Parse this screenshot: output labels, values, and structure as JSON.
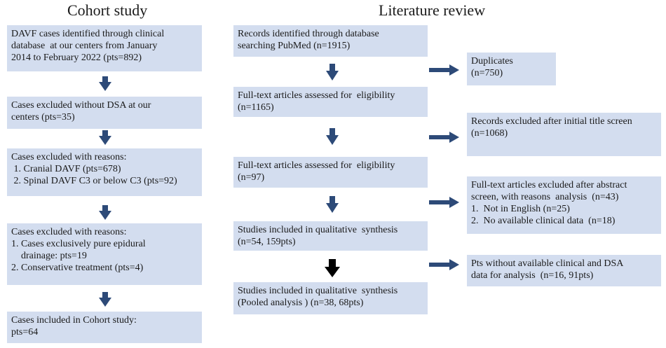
{
  "headings": {
    "cohort": "Cohort study",
    "literature": "Literature review"
  },
  "cohort": {
    "boxes": [
      {
        "lines": [
          "DAVF cases identified through clinical",
          "database  at our centers from January",
          "2014 to February 2022 (pts=892)"
        ]
      },
      {
        "lines": [
          "Cases excluded without DSA at our",
          "centers (pts=35)"
        ]
      },
      {
        "lines": [
          "Cases excluded with reasons:",
          " 1. Cranial DAVF (pts=678)",
          " 2. Spinal DAVF C3 or below C3 (pts=92)"
        ]
      },
      {
        "lines": [
          "Cases excluded with reasons:",
          "1. Cases exclusively pure epidural",
          "    drainage: pts=19",
          "2. Conservative treatment (pts=4)"
        ]
      },
      {
        "lines": [
          "Cases included in Cohort study:",
          "pts=64"
        ]
      }
    ]
  },
  "literature": {
    "main_boxes": [
      {
        "lines": [
          "Records identified through database",
          "searching PubMed (n=1915)"
        ]
      },
      {
        "lines": [
          "Full-text articles assessed for  eligibility",
          "(n=1165)"
        ]
      },
      {
        "lines": [
          "Full-text articles assessed for  eligibility",
          "(n=97)"
        ]
      },
      {
        "lines": [
          "Studies included in qualitative  synthesis",
          "(n=54, 159pts)"
        ]
      },
      {
        "lines": [
          "Studies included in qualitative  synthesis",
          "(Pooled analysis ) (n=38, 68pts)"
        ]
      }
    ],
    "side_boxes": [
      {
        "lines": [
          "Duplicates",
          "(n=750)"
        ]
      },
      {
        "lines": [
          "Records excluded after initial title screen",
          "(n=1068)"
        ]
      },
      {
        "lines": [
          "Full-text articles excluded after abstract",
          "screen, with reasons  analysis  (n=43)",
          "1.  Not in English (n=25)",
          "2.  No available clinical data  (n=18)"
        ]
      },
      {
        "lines": [
          "Pts without available clinical and DSA",
          "data for analysis  (n=16, 91pts)"
        ]
      }
    ]
  },
  "colors": {
    "box_fill": "#d3ddef",
    "arrow_blue": "#2d4a78",
    "arrow_black": "#000000"
  }
}
